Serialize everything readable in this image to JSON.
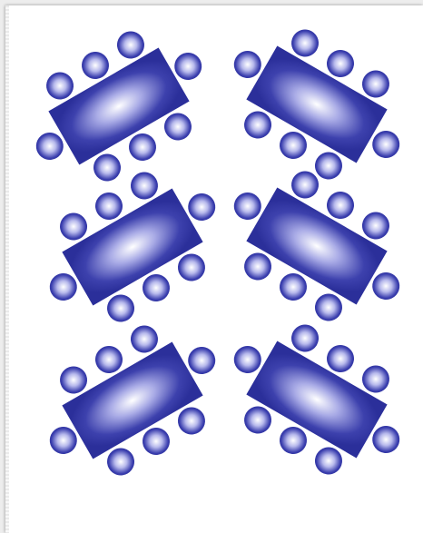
{
  "colors": {
    "page_background": "#ffffff",
    "canvas_background": "#ededed",
    "furniture_dark": "#2b2f9a",
    "furniture_light": "#ffffff"
  },
  "layout_description": {
    "tables": 6,
    "chairs_per_table": 8,
    "table_shape": "rectangle",
    "chair_shape": "circle",
    "fill": "radial-gradient"
  }
}
